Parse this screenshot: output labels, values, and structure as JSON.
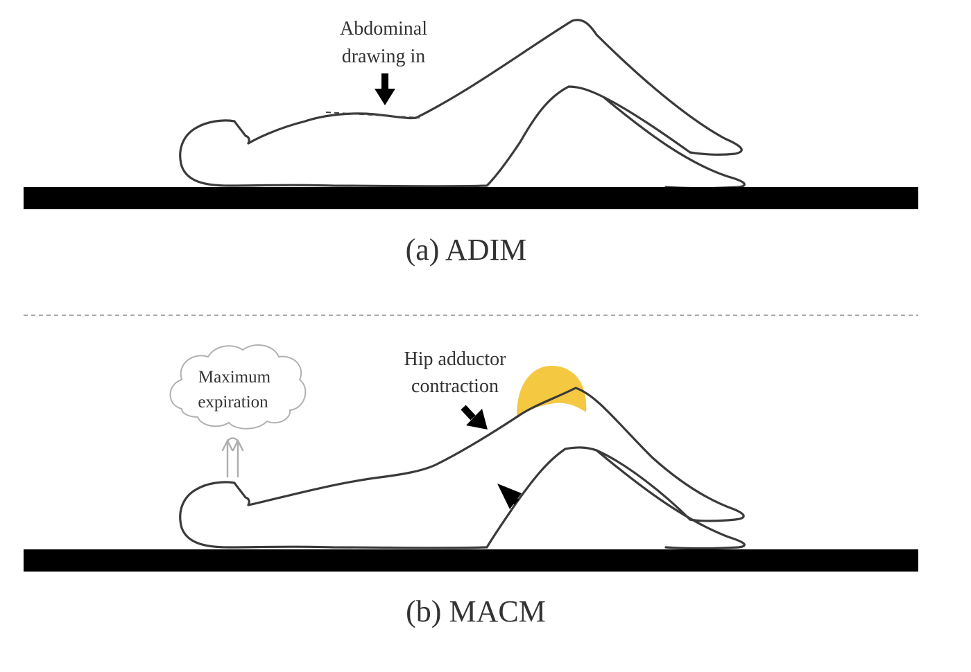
{
  "panel_a": {
    "annotation_line1": "Abdominal",
    "annotation_line2": "drawing in",
    "caption": "(a) ADIM"
  },
  "panel_b": {
    "cloud_line1": "Maximum",
    "cloud_line2": "expiration",
    "annotation_line1": "Hip adductor",
    "annotation_line2": "contraction",
    "caption": "(b) MACM"
  },
  "colors": {
    "floor": "#000000",
    "outline": "#3a3a3a",
    "ball": "#f5c842",
    "cloud": "#b0b0b0",
    "divider": "#aaaaaa"
  }
}
